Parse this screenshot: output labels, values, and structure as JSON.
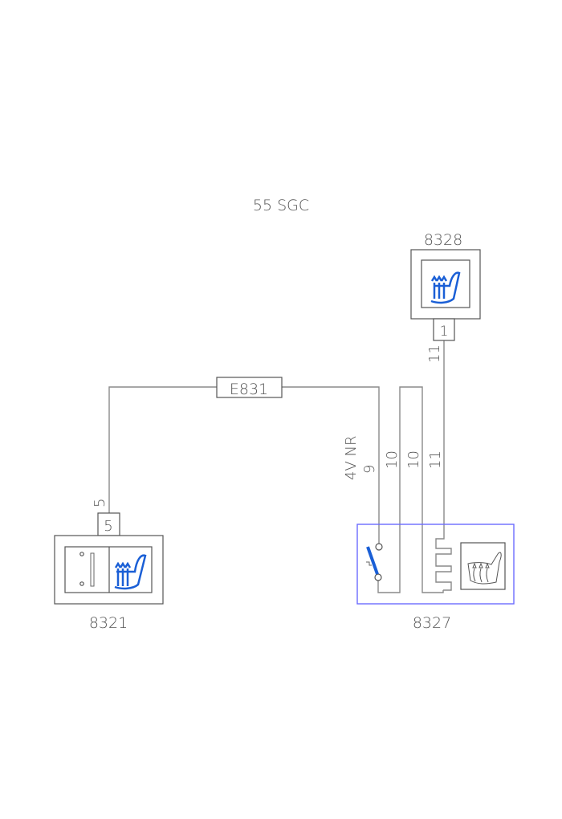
{
  "title": "55 SGC",
  "components": {
    "c8328": {
      "label": "8328",
      "pin": "1",
      "wire": "11"
    },
    "c8321": {
      "label": "8321",
      "pin": "5",
      "wire": "5"
    },
    "c8327": {
      "label": "8327",
      "wires": [
        "9",
        "10",
        "10",
        "11"
      ],
      "note": "4V NR"
    },
    "connector": {
      "label": "E831"
    }
  },
  "colors": {
    "accent": "#1a5fd6",
    "box_border": "#6b6bff",
    "wire": "#8a8a8a"
  }
}
